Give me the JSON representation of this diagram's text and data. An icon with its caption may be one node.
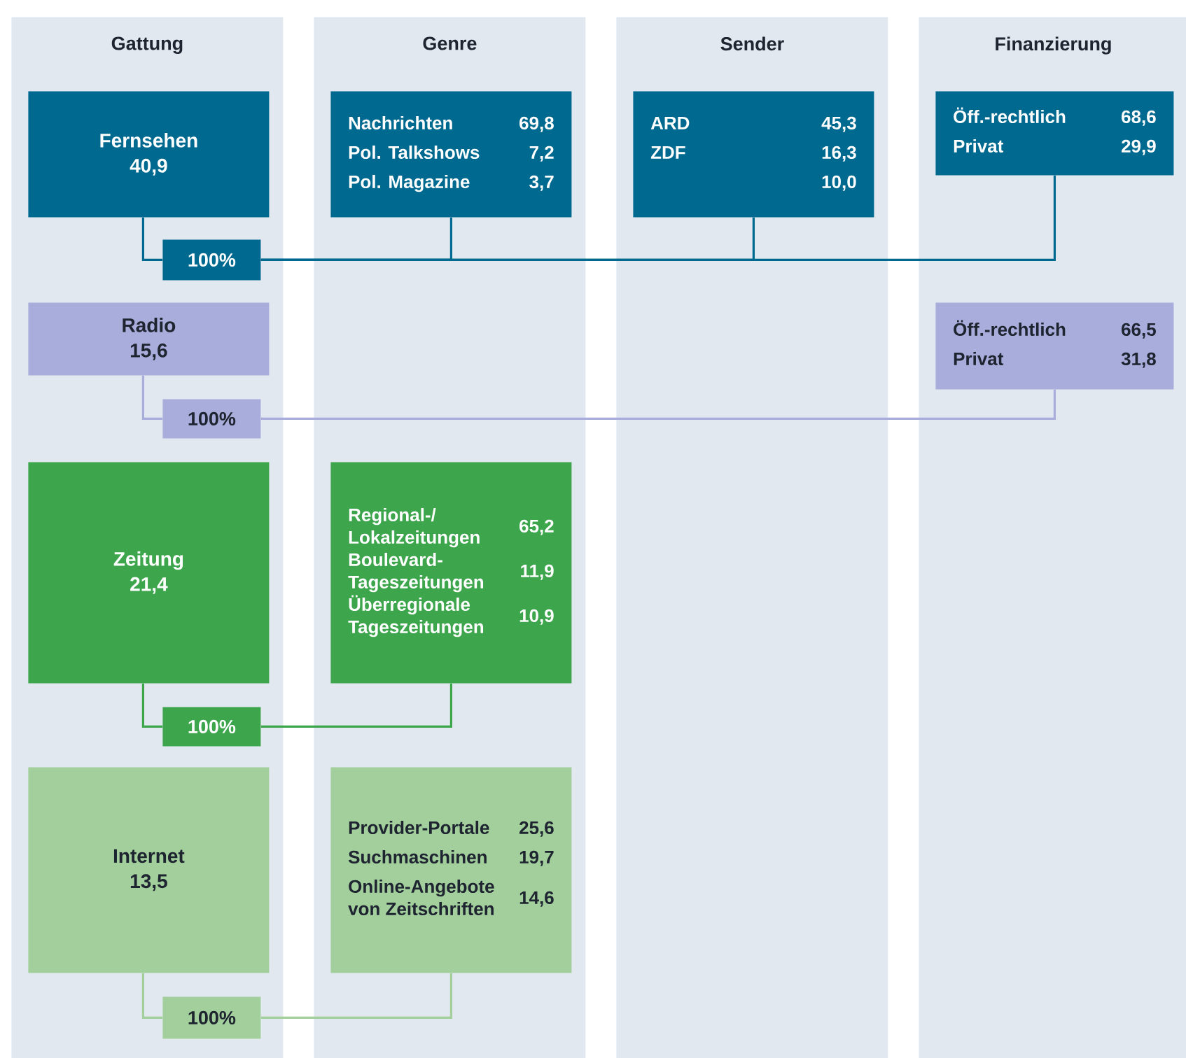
{
  "diagram": {
    "nodes": [
      {
        "text": [
          "Gattung"
        ]
      },
      {
        "text": [
          "Genre"
        ]
      },
      {
        "text": [
          "Sender"
        ]
      },
      {
        "text": [
          "Finanzierung"
        ]
      },
      {
        "text": [
          "Fernsehen",
          "40,9"
        ],
        "in": 0
      },
      {
        "text": [
          "Nachrichten",
          "69,8",
          "Pol. Talkshows",
          "7,2",
          "Pol. Magazine",
          "3,7"
        ],
        "in": 1
      },
      {
        "text": [
          "ARD",
          "45,3",
          "ZDF",
          "16,3",
          "10,0"
        ],
        "in": 2
      },
      {
        "text": [
          "Öff.-rechtlich",
          "68,6",
          "Privat",
          "29,9"
        ],
        "in": 3
      },
      {
        "text": [
          "100%"
        ],
        "in": 0
      },
      {
        "text": [
          "Radio",
          "15,6"
        ],
        "in": 0
      },
      {
        "text": [
          "Öff.-rechtlich",
          "66,5",
          "Privat",
          "31,8"
        ],
        "in": 3
      },
      {
        "text": [
          "100%"
        ],
        "in": 0
      },
      {
        "text": [
          "Zeitung",
          "21,4"
        ],
        "in": 0
      },
      {
        "text": [
          "Regional-/ Lokalzeitungen",
          "65,2",
          "Boulevard-Tageszeitungen",
          "11,9",
          "Überregionale Tageszeitungen",
          "10,9"
        ],
        "in": 1
      },
      {
        "text": [
          "100%"
        ],
        "in": 0
      },
      {
        "text": [
          "Internet",
          "13,5"
        ],
        "in": 0
      },
      {
        "text": [
          "Provider-Portale",
          "25,6",
          "Suchmaschinen",
          "19,7",
          "Online-Angebote von Zeitschriften",
          "14,6"
        ],
        "in": 1
      },
      {
        "text": [
          "100%"
        ],
        "in": 0
      }
    ],
    "edges": [
      {
        "from": 4,
        "to": 8,
        "arrow": "none"
      },
      {
        "from": 8,
        "to": 5,
        "arrow": "none"
      },
      {
        "from": 8,
        "to": 6,
        "arrow": "none"
      },
      {
        "from": 8,
        "to": 7,
        "arrow": "none"
      },
      {
        "from": 9,
        "to": 11,
        "arrow": "none",
        "color": "#a8addb"
      },
      {
        "from": 11,
        "to": 10,
        "arrow": "none",
        "color": "#a8addb"
      },
      {
        "from": 12,
        "to": 14,
        "arrow": "none",
        "color": "#3da64c"
      },
      {
        "from": 14,
        "to": 13,
        "arrow": "none",
        "color": "#3da64c"
      },
      {
        "from": 15,
        "to": 17,
        "arrow": "none",
        "color": "#a2cf9c"
      },
      {
        "from": 17,
        "to": 16,
        "arrow": "none",
        "color": "#a2cf9c"
      }
    ]
  }
}
